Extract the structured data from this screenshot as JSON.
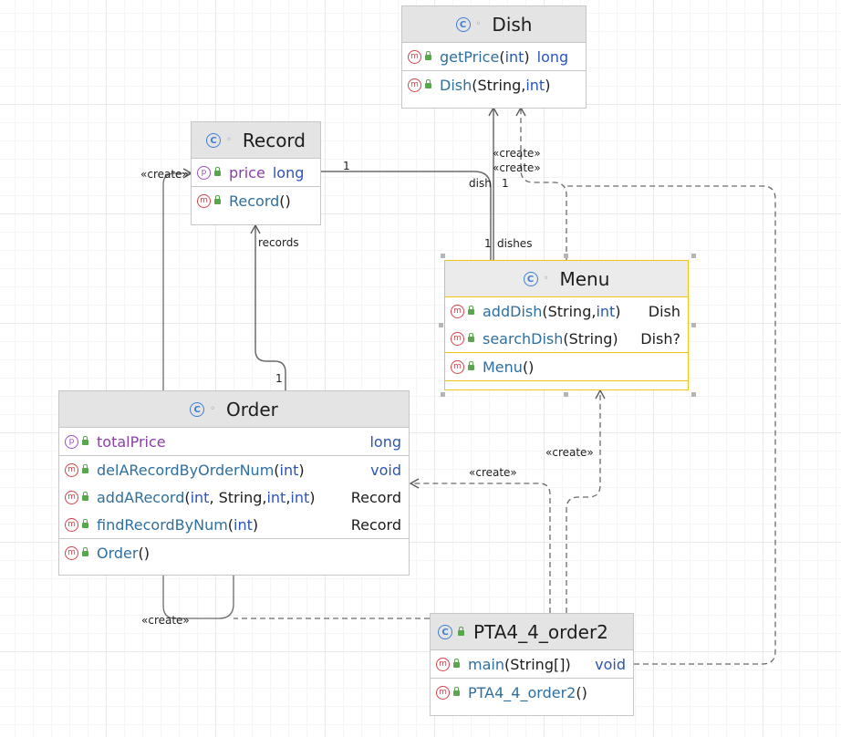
{
  "classes": {
    "dish": {
      "name": "Dish",
      "methods": [
        {
          "name": "getPrice",
          "open": "(",
          "p1": "int",
          "close": ")",
          "ret": "long"
        },
        {
          "name": "Dish",
          "open": "(String, ",
          "p1": "int",
          "close": ")",
          "ret": ""
        }
      ]
    },
    "record": {
      "name": "Record",
      "fields": [
        {
          "name": "price",
          "type": "long"
        }
      ],
      "methods": [
        {
          "name": "Record",
          "params": "()"
        }
      ]
    },
    "menu": {
      "name": "Menu",
      "methods": [
        {
          "name": "addDish",
          "open": "(String, ",
          "p1": "int",
          "close": ")",
          "ret": "Dish"
        },
        {
          "name": "searchDish",
          "open": "(String)",
          "p1": "",
          "close": "",
          "ret": "Dish?"
        }
      ],
      "constructors": [
        {
          "name": "Menu",
          "params": "()"
        }
      ]
    },
    "order": {
      "name": "Order",
      "fields": [
        {
          "name": "totalPrice",
          "type": "long"
        }
      ],
      "methods": [
        {
          "name": "delARecordByOrderNum",
          "open": "(",
          "p1": "int",
          "close": ")",
          "ret": "void"
        },
        {
          "name": "addARecord",
          "open": "(",
          "p1": "int",
          "mid": ", String, ",
          "p2": "int",
          "sep": ", ",
          "p3": "int",
          "close": ")",
          "ret": "Record"
        },
        {
          "name": "findRecordByNum",
          "open": "(",
          "p1": "int",
          "close": ")",
          "ret": "Record"
        }
      ],
      "constructors": [
        {
          "name": "Order",
          "params": "()"
        }
      ]
    },
    "main": {
      "name": "PTA4_4_order2",
      "methods": [
        {
          "name": "main",
          "params": "(String[])",
          "ret": "void"
        }
      ],
      "constructors": [
        {
          "name": "PTA4_4_order2",
          "params": "()"
        }
      ]
    }
  },
  "icons": {
    "class_letter": "C",
    "method_letter": "m",
    "field_letter": "p"
  },
  "edge_labels": {
    "create": "«create»",
    "dish": "dish",
    "dishes": "dishes",
    "records": "records",
    "one": "1",
    "many": "*"
  },
  "colors": {
    "class_icon": "#3f7fd9",
    "method_icon": "#d3434c",
    "field_icon": "#9b4fc2",
    "selection": "#f2c31b",
    "edge": "#6b6b6b"
  }
}
